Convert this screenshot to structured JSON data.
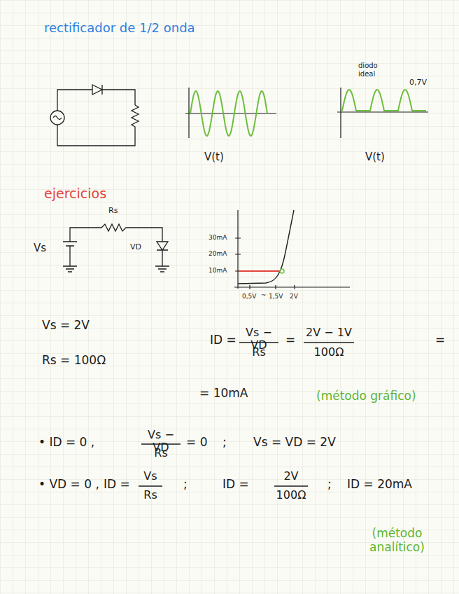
{
  "diagram": {
    "title": "rectificador de 1/2 onda",
    "labels": [
      "diodo ideal",
      "0,7V",
      "V(t)",
      "V(t)",
      "ejercicios",
      "Rs",
      "Vs",
      "VD",
      "30mA",
      "20mA",
      "10mA",
      "0,5V",
      "~",
      "1,5V",
      "2V",
      "Vs = 2V",
      "ID =",
      "Vs − VD",
      "Rs",
      "=",
      "2V − 1V",
      "100Ω",
      "=",
      "Rs = 100Ω",
      "= 10mA",
      "(método gráfico)",
      "• ID = 0 ,",
      "Vs − VD",
      "Rs",
      "= 0",
      ";",
      "Vs = VD = 2V",
      "• VD = 0 ,",
      "ID =",
      "Vs",
      "Rs",
      ";",
      "ID =",
      "2V",
      "100Ω",
      ";",
      "ID = 20mA",
      "(método analítico)"
    ]
  }
}
